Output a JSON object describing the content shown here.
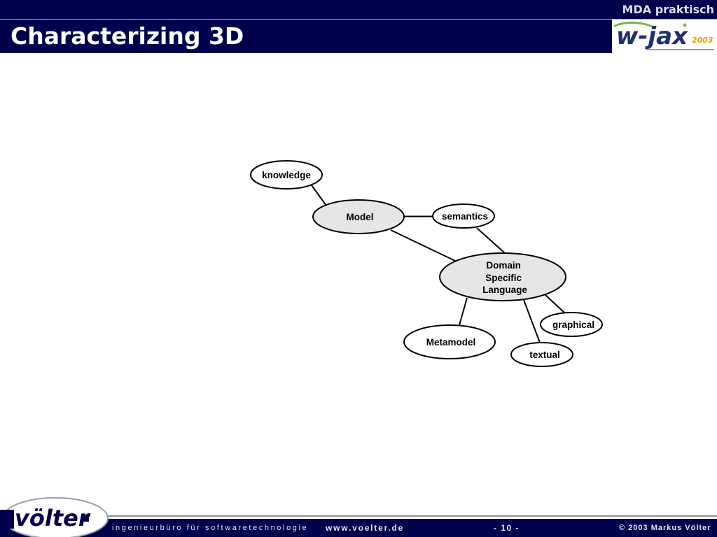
{
  "header": {
    "section": "MDA praktisch",
    "title": "Characterizing 3D"
  },
  "event_logo": {
    "name": "w-jax",
    "year": "2003"
  },
  "diagram": {
    "nodes": {
      "knowledge": {
        "label": "knowledge"
      },
      "model": {
        "label": "Model"
      },
      "semantics": {
        "label": "semantics"
      },
      "dsl": {
        "label_lines": [
          "Domain",
          "Specific",
          "Language"
        ]
      },
      "graphical": {
        "label": "graphical"
      },
      "metamodel": {
        "label": "Metamodel"
      },
      "textual": {
        "label": "textual"
      }
    }
  },
  "footer": {
    "brand": "völter",
    "company": "ingenieurbüro für softwaretechnologie",
    "website": "www.voelter.de",
    "page": "- 10 -",
    "copyright": "© 2003 Markus Völter"
  },
  "colors": {
    "navy": "#00004d",
    "node_highlight": "#e6e6e6",
    "node_default": "#ffffff",
    "logo_blue": "#1f3170",
    "logo_green": "#7ab648",
    "logo_year": "#e6a100"
  }
}
